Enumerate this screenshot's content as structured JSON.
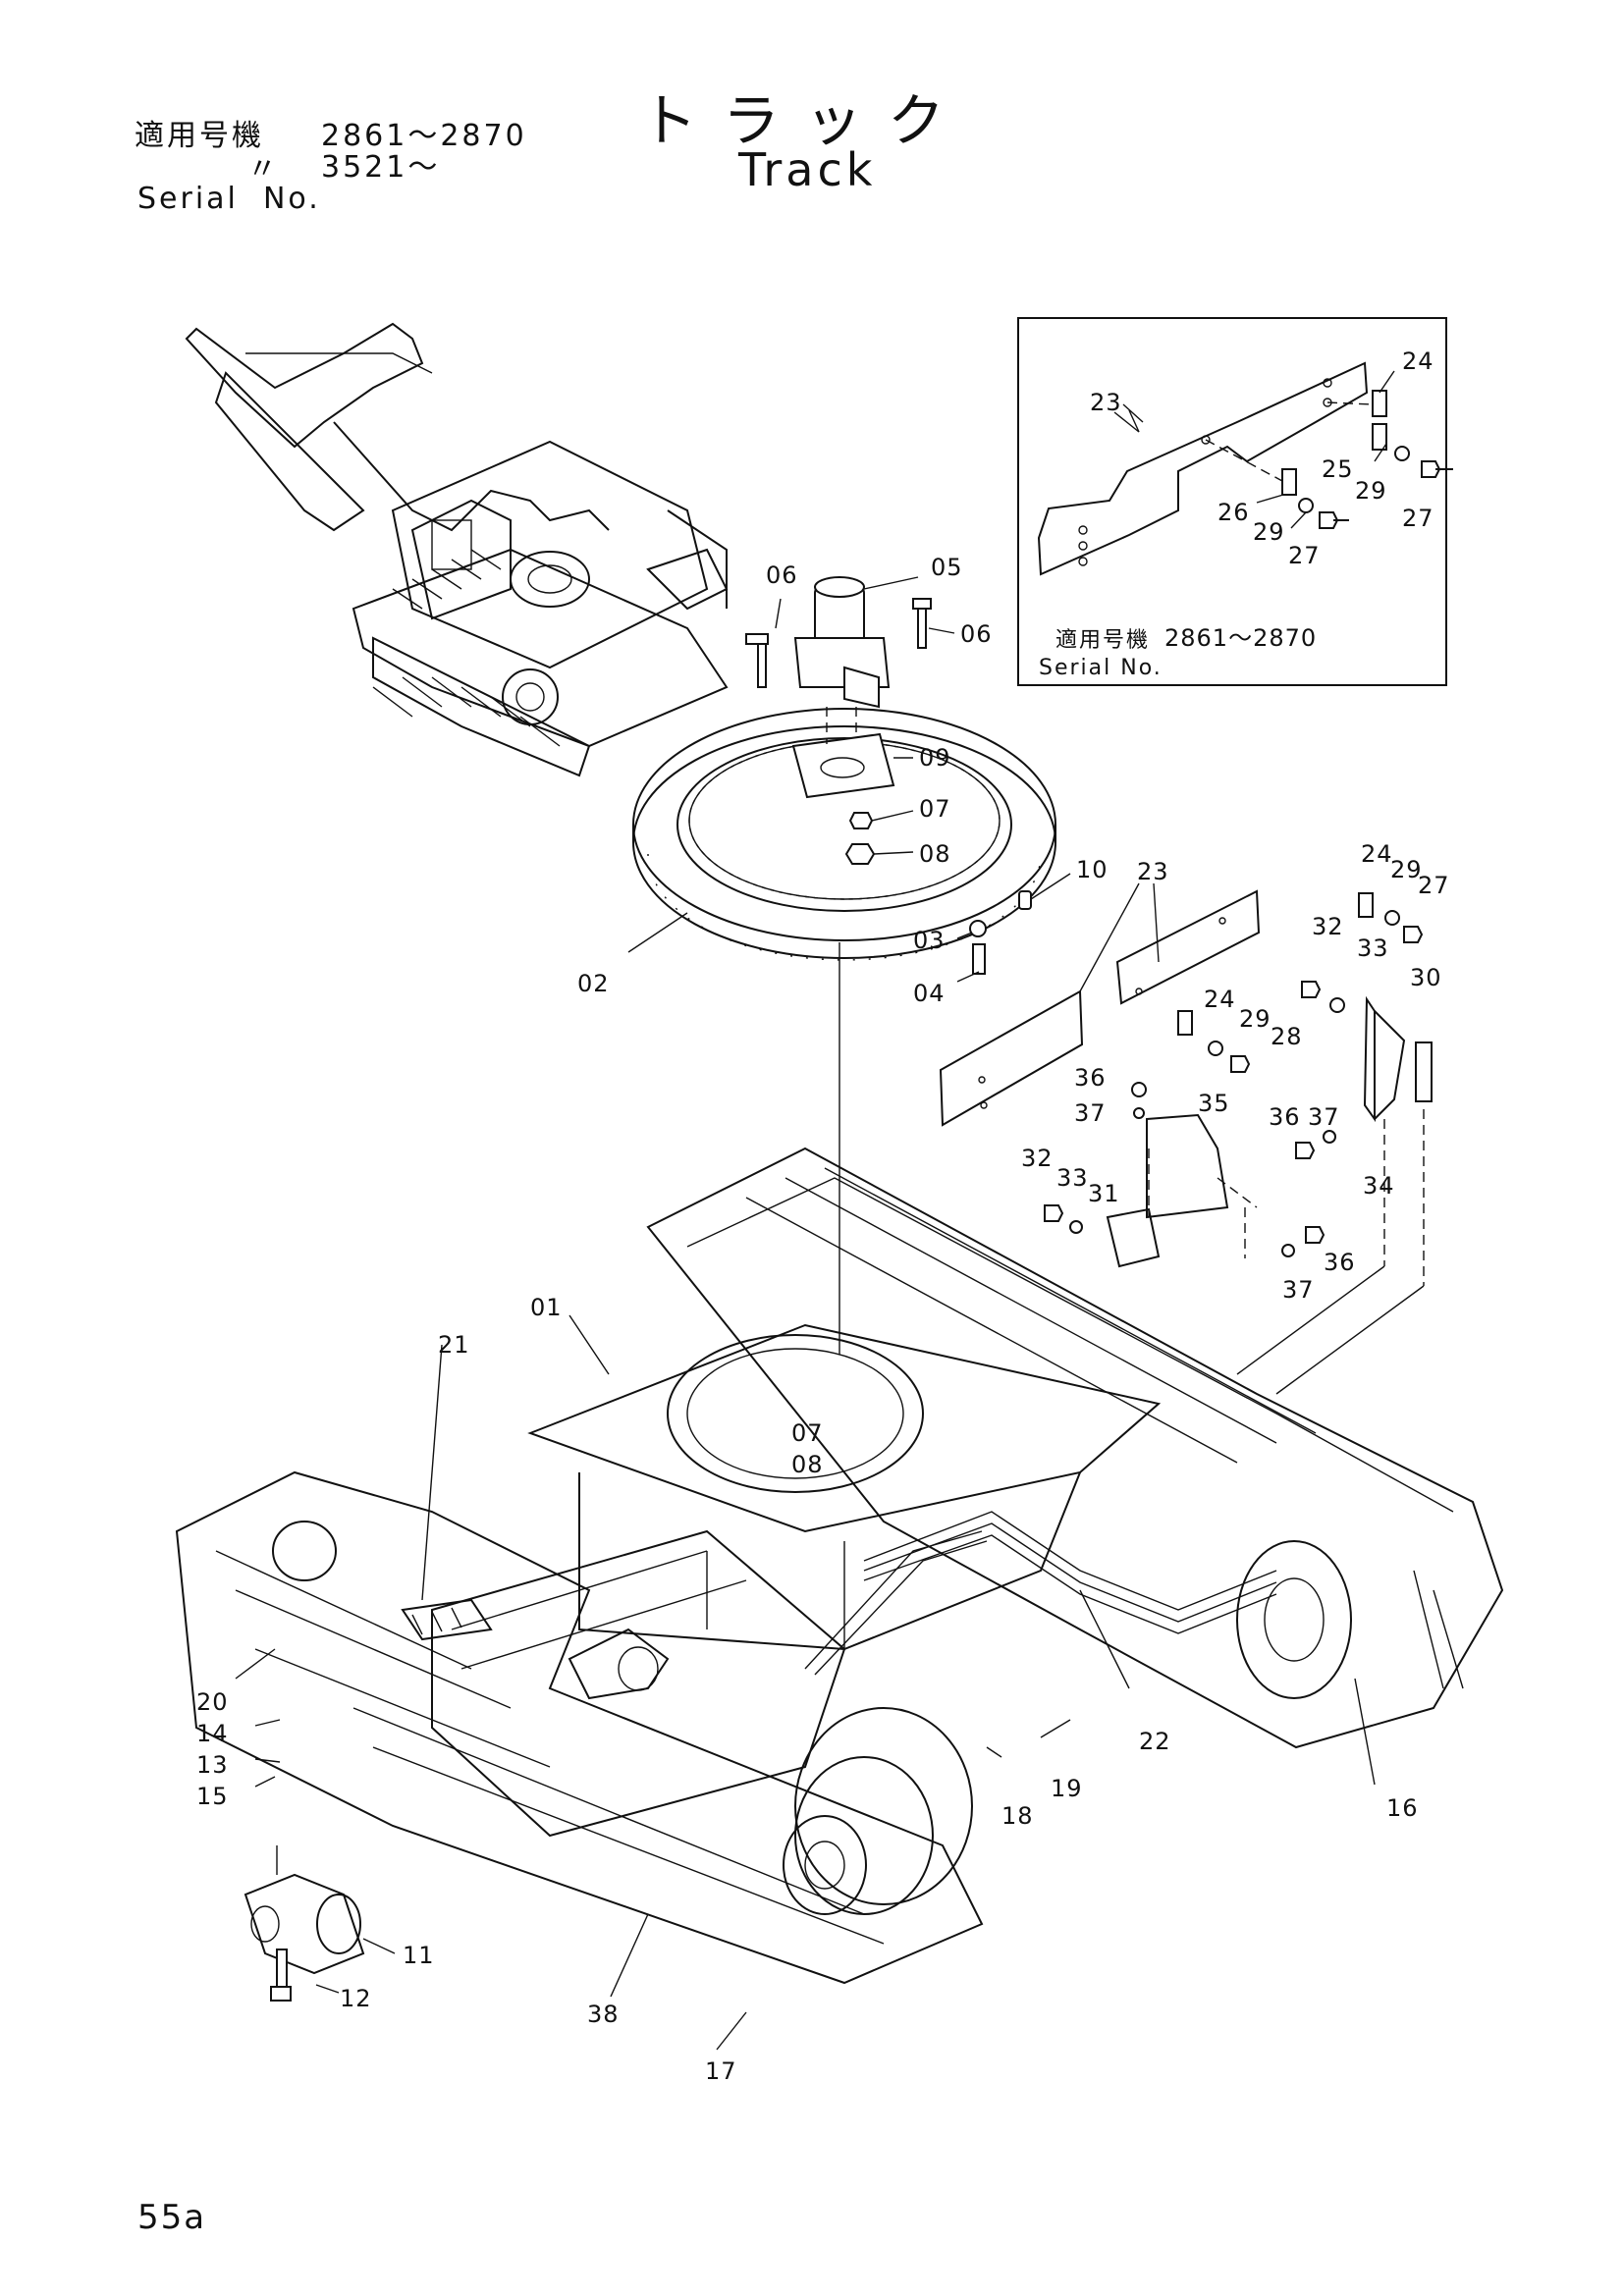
{
  "header": {
    "applicable_label": "適用号機",
    "serial_range_1": "2861～2870",
    "ditto_mark": "〃",
    "serial_range_2": "3521～",
    "serial_no_label": "Serial  No."
  },
  "title": {
    "japanese": "トラック",
    "english": "Track"
  },
  "inset": {
    "applicable_label": "適用号機",
    "serial_range": "2861～2870",
    "serial_no_label": "Serial No.",
    "callouts": [
      "23",
      "24",
      "25",
      "29",
      "26",
      "29",
      "27",
      "27"
    ]
  },
  "callouts": {
    "c01": "01",
    "c02": "02",
    "c03": "03",
    "c04": "04",
    "c05": "05",
    "c06a": "06",
    "c06b": "06",
    "c07a": "07",
    "c07b": "07",
    "c08a": "08",
    "c08b": "08",
    "c09": "09",
    "c10": "10",
    "c11": "11",
    "c12": "12",
    "c13": "13",
    "c14": "14",
    "c15": "15",
    "c16": "16",
    "c17": "17",
    "c18": "18",
    "c19": "19",
    "c20": "20",
    "c21": "21",
    "c22": "22",
    "c23": "23",
    "c24a": "24",
    "c24b": "24",
    "c27": "27",
    "c28": "28",
    "c29a": "29",
    "c29b": "29",
    "c30": "30",
    "c31": "31",
    "c32a": "32",
    "c32b": "32",
    "c33a": "33",
    "c33b": "33",
    "c34": "34",
    "c35": "35",
    "c36a": "36",
    "c36b": "36",
    "c36c": "36",
    "c37a": "37",
    "c37b": "37",
    "c37c": "37",
    "c38": "38"
  },
  "page_number": "55a"
}
